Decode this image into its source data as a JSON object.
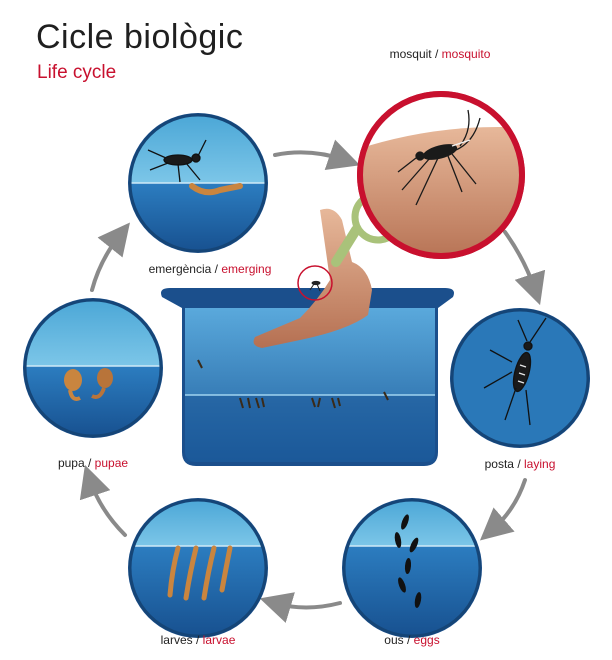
{
  "title": "Cicle biològic",
  "subtitle": "Life cycle",
  "colors": {
    "accent": "#c8102e",
    "water_light": "#5bb3dc",
    "water_dark": "#1f5f9e",
    "arrow": "#8a8a8a",
    "magnifier": "#a9c27a"
  },
  "stages": [
    {
      "ca": "mosquit",
      "en": "mosquito"
    },
    {
      "ca": "posta",
      "en": "laying"
    },
    {
      "ca": "ous",
      "en": "eggs"
    },
    {
      "ca": "larves",
      "en": "larvae"
    },
    {
      "ca": "pupa",
      "en": "pupae"
    },
    {
      "ca": "emergència",
      "en": "emerging"
    }
  ],
  "separator": "/"
}
